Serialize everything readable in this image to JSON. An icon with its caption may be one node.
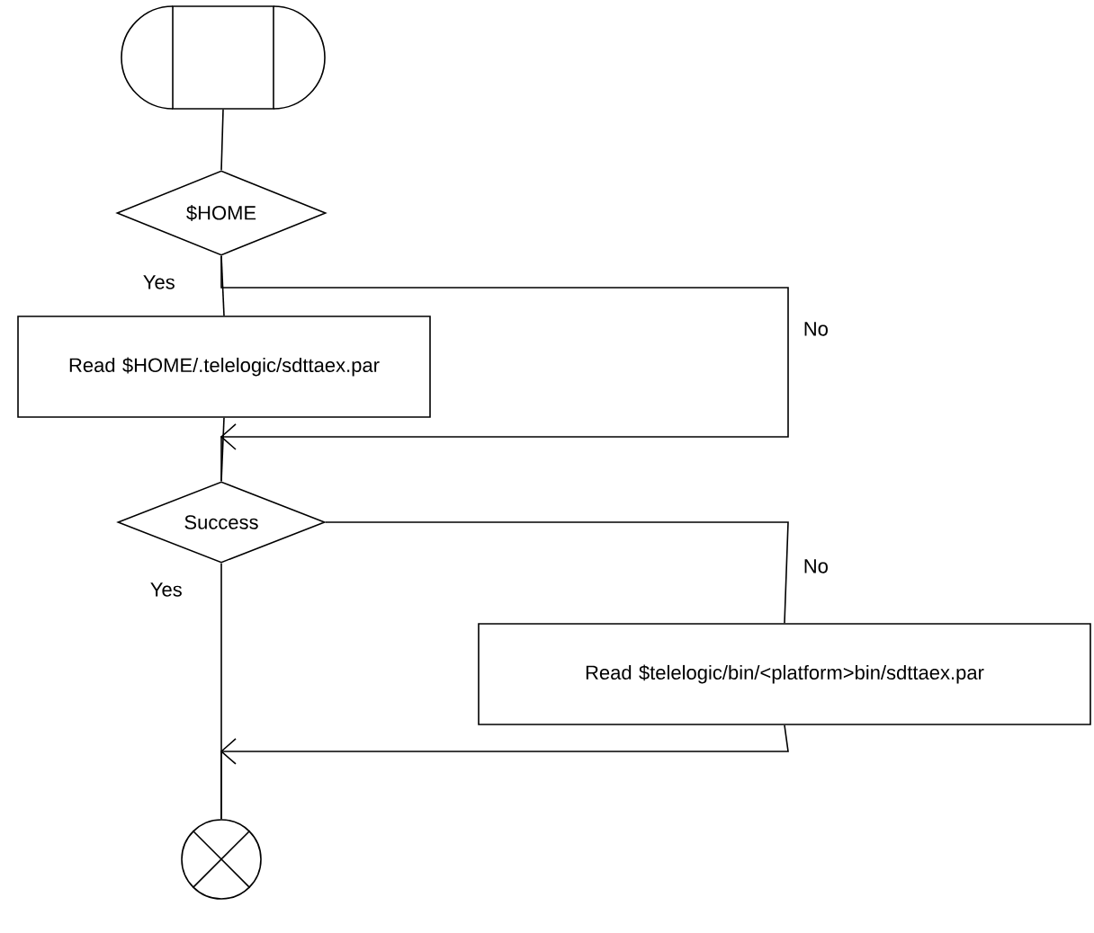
{
  "diagram": {
    "nodes": [
      {
        "text": [],
        "shape": "terminal"
      },
      {
        "text": [
          "$HOME"
        ]
      },
      {
        "text": [
          "Read $HOME/.telelogic/sdttaex.par"
        ]
      },
      {
        "text": [
          "Success"
        ]
      },
      {
        "text": [
          "Read $telelogic/bin/<platform>bin/sdttaex.par"
        ]
      },
      {
        "text": [],
        "shape": "circle"
      }
    ],
    "edges": [
      {
        "from": 0,
        "to": 1,
        "arrow": "none"
      },
      {
        "from": 1,
        "to": 2,
        "arrow": "none",
        "label": "Yes"
      },
      {
        "from": 1,
        "to": 3,
        "arrow": "to",
        "label": "No"
      },
      {
        "from": 2,
        "to": 3,
        "arrow": "none"
      },
      {
        "from": 3,
        "to": 4,
        "arrow": "none",
        "label": "No"
      },
      {
        "from": 3,
        "to": 5,
        "arrow": "none",
        "label": "Yes"
      },
      {
        "from": 4,
        "to": 5,
        "arrow": "to"
      }
    ]
  }
}
